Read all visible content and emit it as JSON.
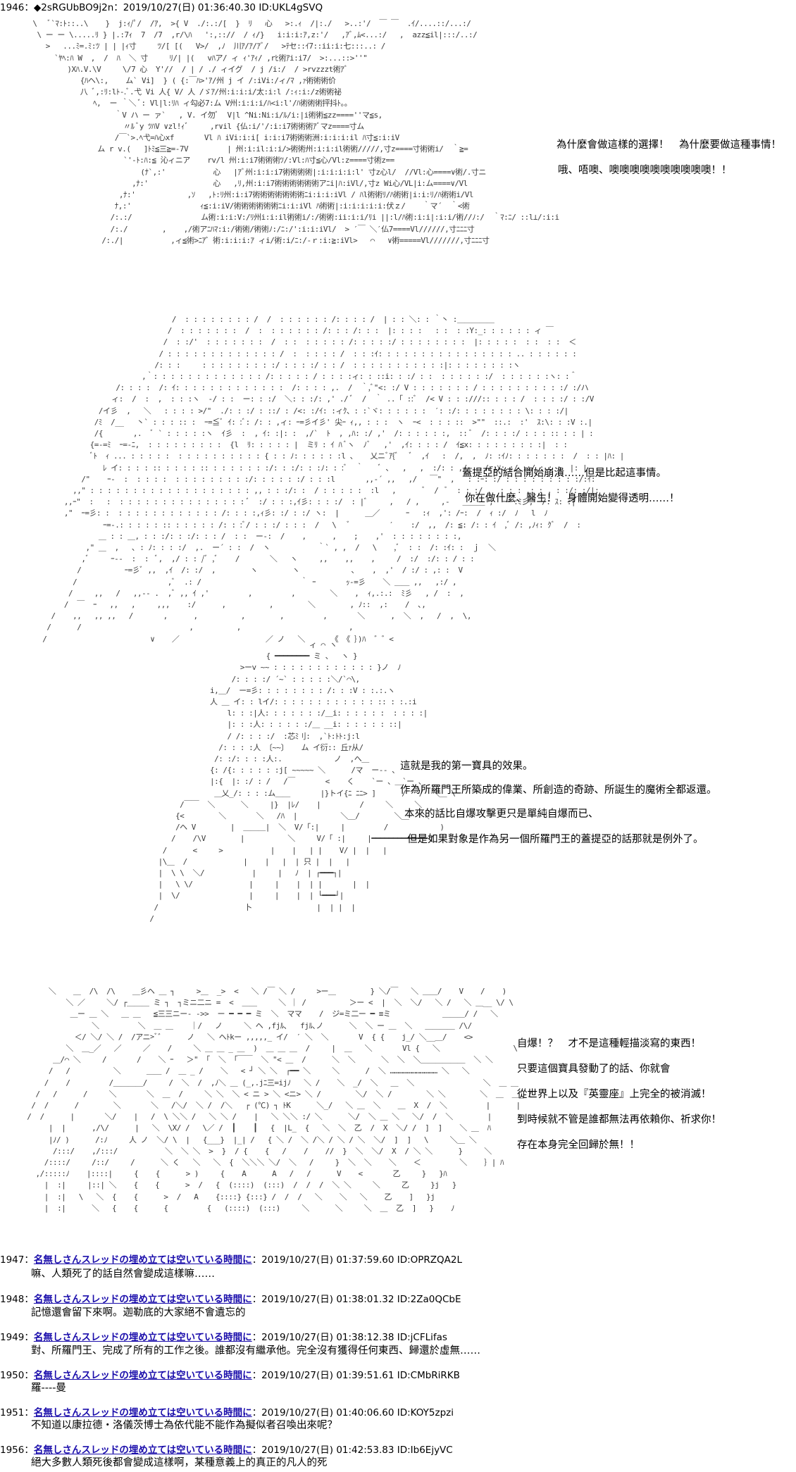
{
  "first_post": {
    "header": "1946：◆2sRGUbBO9j2n：2019/10/27(日) 01:36:40.30 ID:UKL4gSVQ"
  },
  "scene1": {
    "art": "   \\   ﾞ`ﾏ:ﾄ::..\\    }  j:ｨ/ﾟ/  /ｱ,  >{ V  ./:.:/[  }  ﾘ   心   >:.ｨ  /|:./   >..:'/  ￣ ￣  .ｲ/....::/...:/\n    \\ ー ー \\.....ﾘ } |.:7ｨ  7  /7  ,r/\\ﾊ   ':,:://  / ｨ/}   i:i:i:ｱ,z:'/   ,ｱﾞ,ﾑ<...:/   ,  azz≦il|:::/..:/\n      >   ...ﾐ=.ﾐ:ﾂ | | |ｨ寸     ﾂ/[ [(   V>/  ,ﾉ  川ｱ/ｱ/ｱﾞ/   >ﾃセ::ｲ7::ii:i:七:::..: /\n        `ﾔﾍ:ﾊ W  ,  /  ﾊ  ＼ 寸     ﾘ/| |(   vﾊア/ ィ ｨ'ｱｨ/ ,rﾋ術ｱi:i7/  >:...::>''\"\n           )Xﾊ.V.\\V     \\/7 心  Y'//  / | / ./ ィイグ  / j /i:/  / >rvzzzt術ｱﾞ\n              {ﾊヘ\\:,    ム` Vi]  } ( {:￣ﾊ>'ｱ/州 j イ /:iVi:/ィ/ﾏ ,ｧ術術術价\n              八 ﾞ,:ﾘ:lﾄ-.ﾞ.弋 Vi 人{ V/ 人 /ゞｱ/州:i:i:i/太:i:l /:ｨ:i:/z術術祕\n                 ﾍ,  ー ｀＼ ﾞ: Vl|l:ﾘﾊ ィ勾必7:ム V州:i:i:i/ﾊ<i:l'/ﾊ術術術抨抖ﾄ。。\n                      ｀V ハ ー ァ`   , V. イ勿ﾞ  V|l ^Ni:Ni:i/ﾙ/i:|i術術≦zz====''マ≦s,\n                        〃ﾙ ﾞy ﾂﾊV ∨zl!ｨﾞ     ,r∨il {仏:i/'/:i:i7術術術ｱﾞマz====寸ム\n                      /￣`>.ﾍ弋=ﾊ心xf       Vl ﾊ iVi:i:i[ i:i:i7術術術洲:i:i:i:il ﾊ寸≦:i:iV\n                  ム r v.(   ]ﾄﾐ≦三≧=-7V         | 州:i:il:i:i/>術術州:i:i:il術術/////,寸z====寸術術i/  ｀≧=\n                        `'-ﾄ:ﾊ:≦ 沁ィニア    rv/l 州:i:i7術術術ﾂ/:Vl:ﾊ寸≦心/Vl:z====寸術z==\n                            (ﾅ`,:'           心   |ｱﾞ州:i:i:i7術術術術|:i:i:i:i:l' 寸z心l/  //Vl:心====∨術/.寸ニ\n                          ,ﾅ:'               心   ,ﾘ,州:i:i7術術術術術術アﾆi|ﾊ:iVl/,寸z Wi心/VL|i:ム====∨/Vl\n                       ,ﾅ:'            ,ｿ   ,ﾄ:ﾘ州:i:i7術術術術術術術ﾆi:i:i:iVl / ﾊl術術ﾘ/ﾊ術術|i:i:ﾘ/ﾊ術術i/Vl\n                      ﾅ,:'                ｨ≦:i:iV/術術術術術術ﾆi:i:iVl ﾊ術術|:i:i:i:i:i:伏ｚ/    ｀マ´  ｀<術\n                     /:.:/                ム術:i:i:V:/ﾘ州i:i:il術術i/:/術術:ii:i:i/ﾘi ||:l/ﾊ術:i:i|:i:i/術//ﾉ:/  ｀ﾏ:ﾆ/ ::l⊥/:i:i\n                     /:./        ,    ,/術アﾆﾊﾏ:i:/術術/術術ﾉ:/ﾆ:/':i:i:iVl/  > ′￣ ＼′仏7====Vl//////,寸ﾆﾆﾆ寸\n                   /:./|           ,ィ≦術>ﾆｱ゛術:i:i:i:ｱ ィi/術:i/ﾆ:/-ｒ:i:≧:iVl>   ⌒   ∨術=====Vl///////,寸ﾆﾆﾆ寸",
    "dialog_1": "為什麼會做這樣的選擇！　為什麼要做這種事情！",
    "dialog_2": "哦、唔噢、噢噢噢噢噢噢噢噢噢噢！！"
  },
  "scene2": {
    "art": "                                /  : : : : : : : : /  /  : : : : : : /: : : : /  | : : ＼: : ｀丶 :＿＿＿＿＿\n                               /  : : : : : : :  /  :  : : : : : : /: : : /: : :  |: : : :   : :  : :Y:_: : : : : : ィ ￣\n                              /  : :/'  : : : : : : :  /  : :  : : : : : /: : : : :/ : : : : : : : :  |: : : : :  : :  : :  ＜\n                             / : : : : : : : : : : : : : /  :  : : : : /  : : :ｲ: : : : : : : : : : : : : : : : .. : : : : : :\n                            /: : :     : : : : : : : : :/ : : : :/ : : /  : : : : : : : : : : :|: : : : : : : :ヽ\n                         ,｀: : : : : : : : : : : : : /: : : : : / : : : :ィ: : ::i: : :/ : :  : : : : : :/  : : : : : :ヽ: :＾\n                   /: : : :  /: ｲ: : : : : : : : : : : : :  /: : : : ,.  /  ｀,ﾞ\"<: :/ V : : : : : : : / : : : : : : : : : :/ :/ハ\n                  ィ:  /  :  ,  : : :ヽ  -/ : :  ー: : :/  ＼: : :/: ,' ./ ﾞ  /  ｀ ..「 ::ﾞ  /< V : : :///:: : : : /  : : : :/ : :/V\n               /イ彡  ,   ＼   : : : : >/\"  ./: : :/ : ::/ : /<: :/ｲ: :ィｸ、: :`ヾ: : : : : :  ′: :/: : : : : : : : \\: : : :/|\n              /ﾐ  /__   丶` : : : :: :  ｰ=≦ﾞ ｲ: :ﾞ: /: : ,ィ: ｰ=彡イ彡' 尖ｰ ｨ,, : : :  ヽ  ｰ<  : : : ::  >\"\"  ::.:  :'  ｽ:\\: : :V :.|\n              /{       ,.  ﾞ ` : : : : :ヽ  ｲ彡  :  , ｲ: :|: :  ,/`  ﾄ  , ,ﾊ: :/ ,'  /: : : : : :,  :: ﾞ  /: : : :/ : : : :: : : | :\n             {=-=ﾐ  ｰ=-ﾆ,  : : : : : : : : :  {l  ﾘ: : : : : |  ミﾘ : ｲ ﾊ ﾞヽ  ﾉﾞ   ,'  ,ｲ: : : : /  ｲ≦x: : : : : : : : :|  : :\n             ﾞﾄ  ｨ ... : : : : :  : : : : : : : : : : { : : ﾉ: : : : : :l 、   乂ニﾞｱ{ﾞ   ﾞ  ,ｲ   :  /,  ,  ﾉ: :ｲﾉ: : : : : : :  /  : : |ﾊ: |\n                ﾚ イ: : : : :: : : : : :: : : : : : : :/: : :/: : :ﾉ: : :ﾞ  ｀    ﾞ ､   ,   ,  :/: : ,/    /r;ｿ: :/ ::/ : : :  |: |\n           /\"    ｰ-  :  : : : :  : : : : : : : : :/: : : : : :/ : : :l       ,,-´ ,,   ,/   ￣\"  ,   : :ｰ: :/ : : : : : : : : :/:ｲ:\n         ,,\" : : : : : : : : : : : : : : : : : : : ,, : : :/: :  / : : : : :  :l   ,      ﾞ  /  ﾞ  : : :/ ,  : : : ,: : , : :/: :/|:\n       ,,ｰ\"  :   :  : : : : : : : : : : : : : : : ﾞ  :/ : : :,ｲ彡: : : :/  : |ﾞ     ,   / ,     ,-   ＿＿＿ ,  ー :ﾐ彡,  /: ｽ: :|\n       ,\"  ｰ=彡: :  : : : : : : : : : : : : /: : : :,ｨ彡: :/ : :/ ヽ:  |      ＿／      ｰ   :ｨ  ,': /ｰ:  /  ｨ :/  ﾉ   l  ﾉ\n                ｰ=-.: : : : : :: : : : : : /: : :ﾞ/ : : :/ : : :  /   \\   ﾞ         ′    :/  ,,  /: ≦: /: : ｲ  ,ﾞ /: ,ﾉｨ: ｸﾞ  /  :\n               ＿ : : ＿, : : :/: : :/: : : /  : :  ー-:  /    ,      ,    ;    ,'  : : : : : : : :,\n            ,\" ＿  ,   ､ : ﾉ: : : :/  ,.  ー´ : :  /  ヽ           ｀` , ,  /   \\    ,ﾞ  : :  /: :ｲ: :  ｊ  ＼\n           ,ﾞ     ｰ--  :  :  ﾞ,  ,/ : : /ﾞ ,ﾞ    /       ＼   ヽ     ,,    ,,    ,     /  :/  :/: : / : :\n          /          ｰ=彡ﾞ ,,  ,ｲ  /: :/  ,        ヽ        ヽ            ､    ,  ,'  / :/ : ,: :  V\n         /                     ,ﾞ  .: /                       ｀ ｰ       ｯ-=彡    ＼ ＿＿ ,,   ,:/ ,\n        /     ,,   /   ,,-- .  ,ﾞ ,, ｲ ,'         ,         ,        ＼    ,  ｨ,.:.:  ﾐ彡   , /  :  ,\n       /  ￣  ｰ   ,,   ,     ,,,    :/      ,          ,        ＼        , ﾉ::  ,:    /  ､,\n    /    ,,   ,, ,,   /       ,      ,          ,        ,         ,       ＼      ,  ＼  ,   /  ,  \\,\n   /      /                         ,          ,                         ,\n  /                        ∨    ／                    ／ ノ   ＼      《 《 ｝)ﾊ  ゛゛<",
    "dialog_1": "蓋提亞的結合開始崩潰……但是比起這事情。",
    "dialog_2": "你在做什麼、醫生！　身體開始變得透明……！"
  },
  "scene3": {
    "art": "                                                        ィ ⌒ ヽ\n                                              { ━━━━━━━━ ミ 、  ヽ }\n                                        >ーv ~~ : : : : : : : : : : : : }ノ  ﾉ\n                                      /: : : :/ ´~` : : : : :＼/`⌒\\,\n                                 i,＿/  ー=彡: : : : : : : : /: : :V : :.:.ヽ\n                                 人 ＿ イ: : lイ/: : : : : : : : : : : : :: : :.:i\n                                     l: : :|人: : : : : : :/＿i: : : : : :  : : : :|\n                                     |: : :人: : : : : :/＿ __i: : : : : : ::|\n                                     / /: : : :/  :芯ﾐ刂:  ,`ﾄ:ﾄﾄ:j:l\n                                   /: : : :人 〔~~〕   ム イ衍:: 丘ｧ从/\n                                  /: :/: : : :人:.            ノ  ,へ＿\n                                 {: /{: : : : : :j[ ~~~~~ ＼      /マ  ー-- 、\n                                 |:{  |: :/ : /   /￣       <    く    `ー 、＿`ー 、\n                                  ＿乂_/: : : :ム＿＿       |}トイ{ﾆ ﾆﾆ> ]      /   /  ＼＿ \\\n                          /￣￣  ＼      ＼     |}  |ﾚ/    |         /     ＼     ＼\n                         {<        ＼       ＼   /ﾊ  |          ＼＿/        ＼＿   ＼\n                         /ヘ V        |  ＿＿＿|  ＼  V/「:|     |         /            )\n                        /    /\\V        |          ＼     V/「 :|     |━━━━━━━━━━━━━イ\n                      /      <     >           |    |   | |    V/ |  |   |\n                     |\\＿  /             |    |   |  | 只 |  |   |\n                     |  \\ \\  ＼/           |     |   ﾉ  | ┌━━━┐|\n                     |   \\ \\/             |     |    |  | |       |  |\n                     |  \\/                |     |    |  | └━━━┘|\n                    /                    卜               |  | |  |\n                   /                                      ",
    "dialog_1": "這就是我的第一寶具的效果。",
    "dialog_2": "作為所羅門王所築成的偉業、所創造的奇跡、所誕生的魔術全都返還。",
    "dialog_3": "本來的話比自爆攻擊更只是單純自爆而已、",
    "dialog_4": "但是如果對象是作為另一個所羅門王的蓋提亞的話那就是例外了。"
  },
  "scene4": {
    "art": "       ＼    ＿  /\\  /\\    ＿彡ヘ ＿ ┐     >＿  _>  <   ＼ /￣ ＼ /     >ー＿        } ＼/￣   ＼ ＿＿/    V    /    )\n           ＼ ／     ＼/ ┌＿＿＿ ミ ┐  ┐ミニ二ニ =  <  ＿＿     ＼ ｜ /          ＞ー <  |  ＼  ＼/   ＼ /   ＼ ＿__ \\/ \\\n            ＿ー ＿ ＼   ＿ ＿   ≦三三ニー- ->>  ー ━ ━ ━ ミ  ＼  ママ    /  ジ=ミ二ー ━ ≡ミ            ＿＿＿/ /   ＼\n                 ＼         ＼  ＿ ＿    ｜/   ノ     ＼ ヘ ,fjﾙ､   fjﾙ､ノ      ＼  ＼ ー ＿  ＼   ＿＿＿＿ /\\/\n             ＜/ ＼/ ＼ /  /アニ>ﾞ゛     ノ   ＼ ヘﾄkー ,,,,,_ イ/  ′ ＼  ＼       V  { {    j_/ ＼__＿/    <>\n           ＼  ＿_／   ／     ／    /     ＼ ＿ ＿ _ ＿  )  ＿ ＿ ＿  /     |  ＿   ＼       Vl {   ＼                 \\\n        ＿/⌒ ＼     /       /    ＼ ｰ   ＞\" 「  ＼ 「￣￣  ＼ \"< ＿  /      ＼  ＼      ＼  ＼  ＼＿＿＿＿＿＿  ＼ ＼\n       /   /          ＼      ＿＿ /  ＿ _ /    ＼   < ┘ ＼ ＼  ┌━━ ＼     ＼      /  ＼ …………………………… ＼   ＼\n      /    /         /＿＿＿＿/     /  ＼  /  ,ﾉ＼ ＿ (_,.jﾆ三=ijﾉ   ＼ /    ＼  _/  ＼   ＿  ＼                ＼  ＿ ＿\n    /   /      /     ＼       ＼  ＿  /     ＼ ＼  ＼ < ニ > ＼ <ニ> ＼ /        ＼/  ＼ /        ＼ ＼        ＼  ＿  ＿_ /\n   /  /      /        ＼       ＼   /＼/  ＼ /  /＼   ┌ (℃) ┐ ﾄK      ＼_/   ＼ ＿  ＼    ＿  X  /  ＼         |      |\n  /  /      |       ＼/    |   /  \\ ＼＼ /   ＼ ＼ /    |   ＼ ＼＼ :/ ＼      ＼/  ＼ ＿ ＼   ＼/  /  ＼        |      ﾊ\n       |  |      ,/\\/      |   ＼  \\X/ /   \\／ /  ┃    ┃   {  |L_  {   ＼  ＼  乙  /  X  ＼/ /  ]  ]    ＼ ＿  ﾊ\n       |ﾉ/ )      /:ﾉ     人 ノ  ＼/ \\  |   {___}  |_| /   { ＼ /  ＼ /＼ / ＼ / ＼  ＼/  ]  ]   \\     ＼＿ ＼\n        /:::/    ,/:::/           ＼  ＼ ＼  >  }  / {    {   /    /    //  }  ＼  ＼/  X  / ＼ ＼      }     ＼\n      /::::/     /::/     /      ＼ く   ＼   ＼  {  ＼＼＼ ＼/  ＼   /     }  ＼  ＼    ＼    ＜         ＼    ｝| ﾊ\n    ,/:::::ﾉ    |::::|     {    {      > )     {    A      A   /   /      V    <       乙     }   }ﾊ\n      |  :|     |::| ＼    {    {      >  /   {  (::::)  (:::)  /  /  /  ＼ ＼     ＼     乙     }j   }\n      |  :|   \\   ＼  {    {      >  /   A    {::::} {:::} /  /  /   ＼    ＼   ＼    乙    ]   }j\n      |  :|      ＼   {    {      {         {   (::::)  (:::)     ＼      ＼     ＼  ＿  乙  ]   }    ﾉ",
    "dialog_1": "自爆！？　才不是這種輕描淡寫的東西！",
    "dialog_2": "只要這個寶具發動了的話、你就會",
    "dialog_3": "從世界上以及『英靈座』上完全的被消滅！",
    "dialog_4": "到時候就不管是誰都無法再依賴你、祈求你！",
    "dialog_5": "存在本身完全回歸於無！！"
  },
  "replies": [
    {
      "num": "1947：",
      "name": "名無しさんスレッドの埋め立ては空いている時間に",
      "date": "：2019/10/27(日) 01:37:59.60 ",
      "id": "ID:OPRZQA2L",
      "body": "嘛、人類死了的話自然會變成這樣嘛……"
    },
    {
      "num": "1948：",
      "name": "名無しさんスレッドの埋め立ては空いている時間に",
      "date": "：2019/10/27(日) 01:38:01.32 ",
      "id": "ID:2Za0QCbE",
      "body": "記憶還會留下來啊。迦勒底的大家絕不會遺忘的"
    },
    {
      "num": "1949：",
      "name": "名無しさんスレッドの埋め立ては空いている時間に",
      "date": "：2019/10/27(日) 01:38:12.38 ",
      "id": "ID:jCFLifas",
      "body": "對、所羅門王、完成了所有的工作之後。誰都沒有繼承他。完全沒有獲得任何東西、歸還於虛無……"
    },
    {
      "num": "1950：",
      "name": "名無しさんスレッドの埋め立ては空いている時間に",
      "date": "：2019/10/27(日) 01:39:51.61 ",
      "id": "ID:CMbRiRKB",
      "body": "羅----曼"
    },
    {
      "num": "1951：",
      "name": "名無しさんスレッドの埋め立ては空いている時間に",
      "date": "：2019/10/27(日) 01:40:06.60 ",
      "id": "ID:KOY5zpzi",
      "body": "不知道以康拉德・洛儀茨博士為依代能不能作為擬似者召喚出來呢？"
    },
    {
      "num": "1956：",
      "name": "名無しさんスレッドの埋め立ては空いている時間に",
      "date": "：2019/10/27(日) 01:42:53.83 ",
      "id": "ID:Ib6EjyVC",
      "body": "絕大多數人類死後都會變成這樣啊，某種意義上的真正的凡人的死"
    }
  ]
}
